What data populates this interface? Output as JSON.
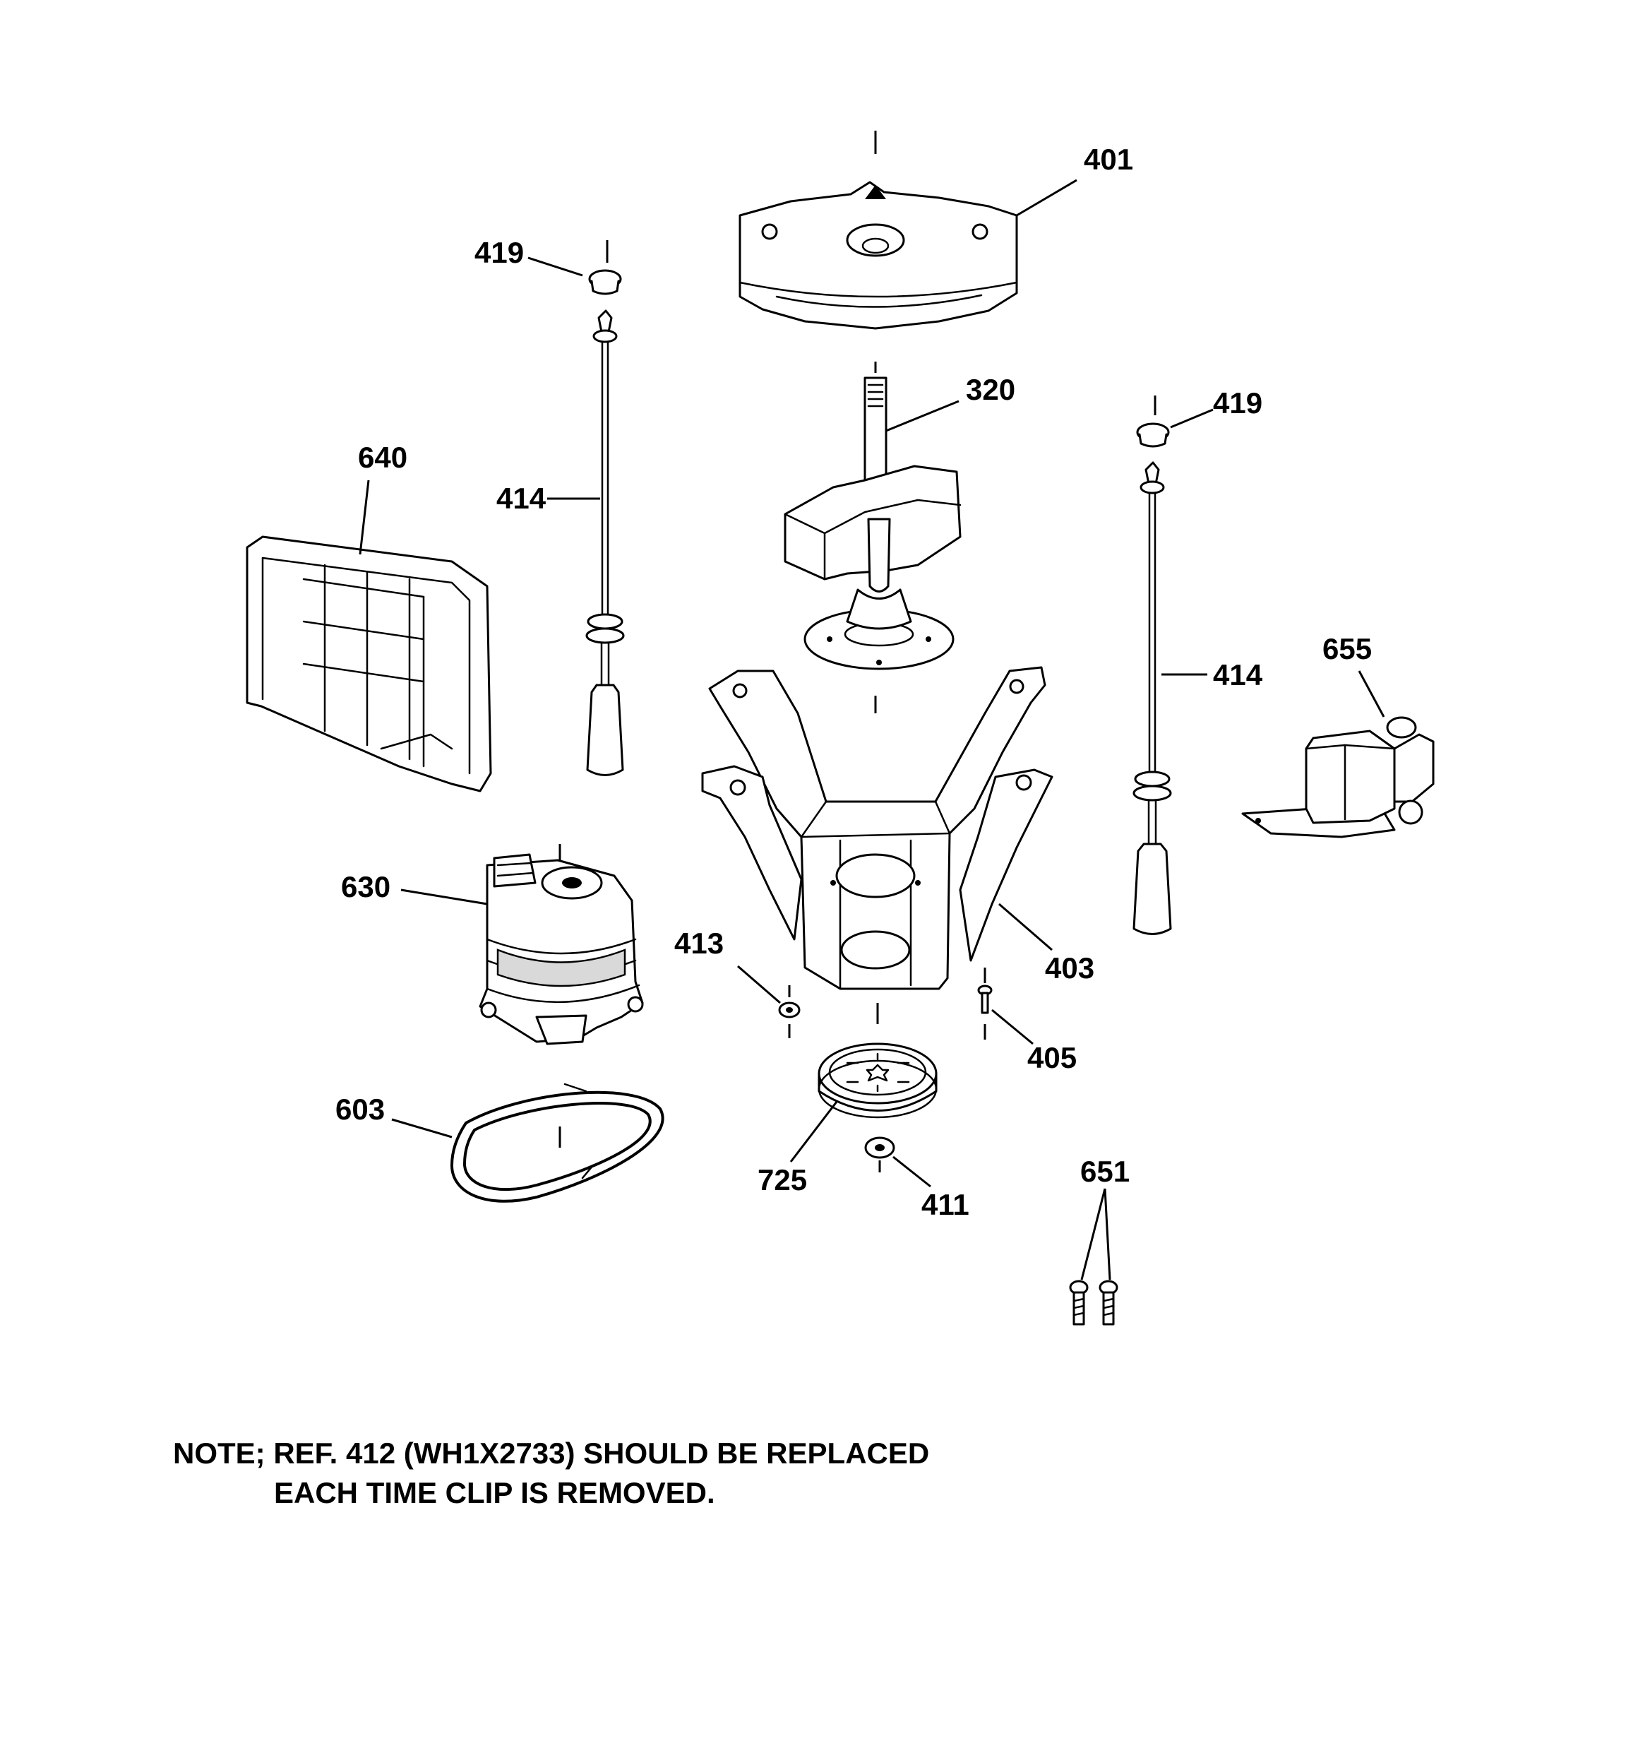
{
  "parts": [
    {
      "ref": "401",
      "name": "suspension-cover"
    },
    {
      "ref": "419",
      "name": "damper-cap-left"
    },
    {
      "ref": "419",
      "name": "damper-cap-right"
    },
    {
      "ref": "320",
      "name": "transmission"
    },
    {
      "ref": "640",
      "name": "control-bracket"
    },
    {
      "ref": "414",
      "name": "suspension-rod-left"
    },
    {
      "ref": "414",
      "name": "suspension-rod-right"
    },
    {
      "ref": "655",
      "name": "pump"
    },
    {
      "ref": "630",
      "name": "motor"
    },
    {
      "ref": "413",
      "name": "nut"
    },
    {
      "ref": "403",
      "name": "platform-bracket"
    },
    {
      "ref": "405",
      "name": "screw"
    },
    {
      "ref": "603",
      "name": "drive-belt"
    },
    {
      "ref": "725",
      "name": "pulley"
    },
    {
      "ref": "411",
      "name": "pulley-nut"
    },
    {
      "ref": "651",
      "name": "pump-screws"
    }
  ],
  "note": {
    "line1": "NOTE; REF. 412 (WH1X2733) SHOULD BE REPLACED",
    "line2": "EACH TIME CLIP IS REMOVED."
  }
}
